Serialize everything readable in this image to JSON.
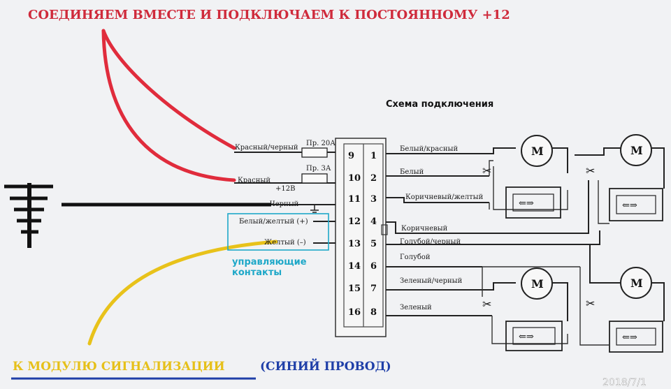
{
  "annotations": {
    "top": "СОЕДИНЯЕМ ВМЕСТЕ И ПОДКЛЮЧАЕМ К ПОСТОЯННОМУ +12",
    "bottom_yellow": "К МОДУЛЮ СИГНАЛИЗАЦИИ",
    "bottom_blue": "(СИНИЙ ПРОВОД)",
    "control": [
      "управляющие",
      "контакты"
    ],
    "timestamp": "2018/7/1"
  },
  "diagram": {
    "title": "Схема подключения",
    "plus12": "+12В",
    "fuses": [
      "Пр. 20А",
      "Пр. 3А"
    ],
    "left_wires": [
      "Красный/черный",
      "Красный",
      "Черный",
      "Белый/желтый (+)",
      "Желтый (–)"
    ],
    "pins_left": [
      "9",
      "10",
      "11",
      "12",
      "13",
      "14",
      "15",
      "16"
    ],
    "pins_right": [
      "1",
      "2",
      "3",
      "4",
      "5",
      "6",
      "7",
      "8"
    ],
    "right_wires": [
      "Белый/красный",
      "Белый",
      "Коричневый/желтый",
      "Коричневый",
      "Голубой/черный",
      "Голубой",
      "Зеленый/черный",
      "Зеленый"
    ],
    "motor_label": "M",
    "window_symbol": "⇐⇒",
    "switch_symbol": "✂"
  },
  "colors": {
    "red_wire": "#e02c3c",
    "yellow_wire": "#e8c21a",
    "annotation_red": "#cf2a3b",
    "annotation_yellow": "#e6c019",
    "annotation_blue": "#1f3fa8",
    "control_cyan": "#1ea8c8",
    "background": "#f1f2f4"
  }
}
